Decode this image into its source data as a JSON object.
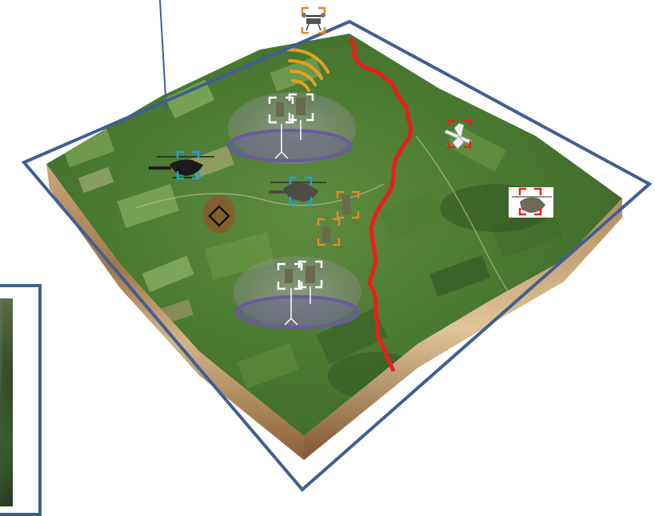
{
  "scene": {
    "description_type": "3d-terrain-operational-diagram",
    "colors": {
      "frame": "#3f5f94",
      "front_line": "#ee1c1c",
      "sensor_disc": "#6b5a9e",
      "signal_arcs": "#e0a220",
      "bracket_white": "#ffffff",
      "bracket_blue": "#1aa3e0",
      "bracket_orange": "#e48a2a",
      "bracket_red": "#e3241b",
      "bracket_black": "#111111"
    },
    "markers": [
      {
        "id": "drone-top",
        "icon": "quadcopter-drone",
        "bracket": "orange"
      },
      {
        "id": "helicopter-left",
        "icon": "attack-helicopter",
        "bracket": "blue"
      },
      {
        "id": "helicopter-center",
        "icon": "utility-helicopter",
        "bracket": "blue"
      },
      {
        "id": "ground-target",
        "icon": "ground-target",
        "bracket": "black"
      },
      {
        "id": "soldier-1",
        "icon": "soldier",
        "bracket": "orange"
      },
      {
        "id": "soldier-2",
        "icon": "soldier",
        "bracket": "orange"
      },
      {
        "id": "sensor-north",
        "icon": "sensor-mast-pair",
        "bracket": "white"
      },
      {
        "id": "sensor-south",
        "icon": "sensor-mast-pair",
        "bracket": "white"
      },
      {
        "id": "aircraft-east",
        "icon": "fixed-wing-aircraft",
        "bracket": "red"
      },
      {
        "id": "rotorcraft-east",
        "icon": "hostile-rotorcraft",
        "bracket": "red"
      }
    ]
  }
}
